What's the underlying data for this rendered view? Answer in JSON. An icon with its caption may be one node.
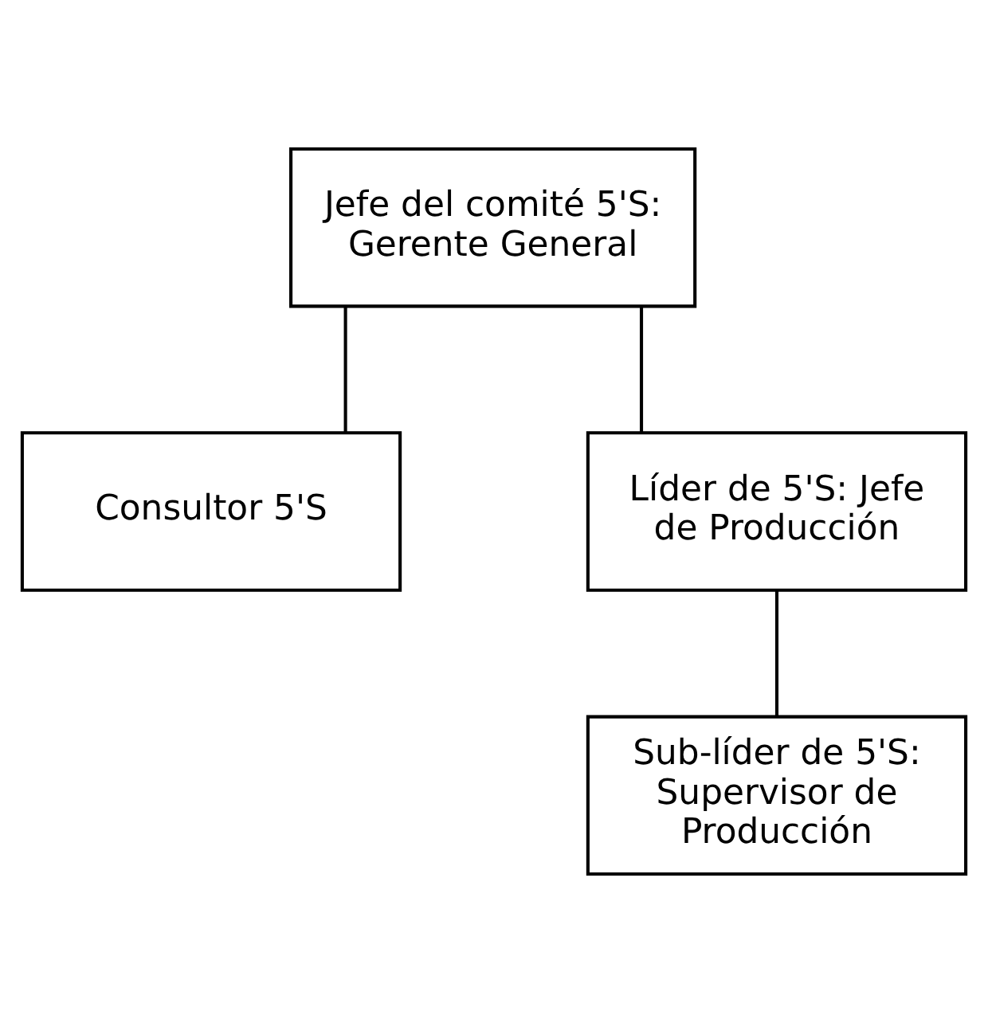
{
  "diagram": {
    "nodes": [
      {
        "text": [
          "Jefe del comité 5'S: Gerente General"
        ]
      },
      {
        "text": [
          "Consultor 5'S"
        ]
      },
      {
        "text": [
          "Líder de 5'S: Jefe de Producción"
        ]
      },
      {
        "text": [
          "Sub-líder de 5'S: Supervisor de Producción"
        ]
      }
    ],
    "edges": [
      {
        "from": 0,
        "to": 2,
        "arrow": "none"
      },
      {
        "from": 0,
        "to": 1,
        "arrow": "none"
      },
      {
        "from": 2,
        "to": 3,
        "arrow": "none"
      }
    ]
  }
}
